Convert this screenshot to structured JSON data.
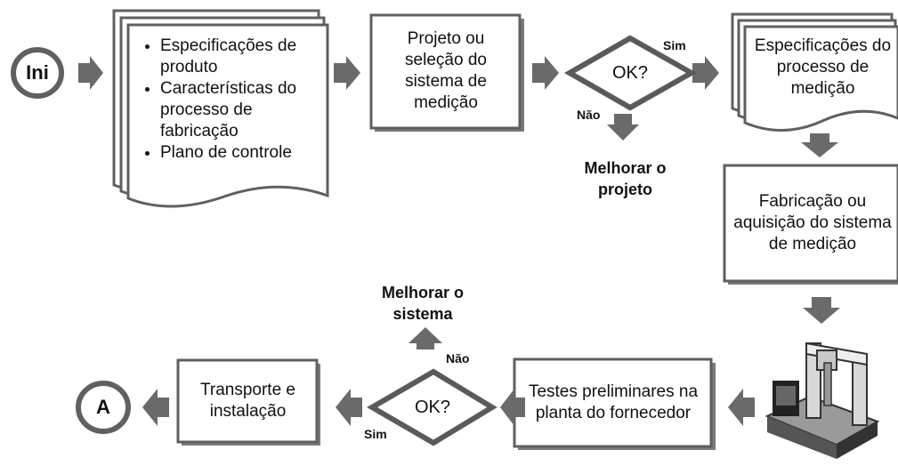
{
  "start_label": "Ini",
  "end_label": "A",
  "inputs_doc": {
    "items": [
      "Especificações de produto",
      "Características do processo de fabricação",
      "Plano de controle"
    ]
  },
  "design_box": "Projeto ou seleção do sistema de medição",
  "decision_1": {
    "label": "OK?",
    "yes": "Sim",
    "no": "Não",
    "no_outcome": "Melhorar o projeto"
  },
  "spec_doc": "Especificações do processo de medição",
  "fabrication_box": "Fabricação ou aquisição do sistema de medição",
  "tests_box": "Testes preliminares na planta do fornecedor",
  "decision_2": {
    "label": "OK?",
    "yes": "Sim",
    "no": "Não",
    "no_outcome": "Melhorar o sistema"
  },
  "install_box": "Transporte e instalação",
  "colors": {
    "arrow": "#6a6a6a",
    "border": "#5f5f5f",
    "shadow": "#7a7a7a",
    "text": "#111111"
  },
  "picture": "coordinate-measuring-machine"
}
